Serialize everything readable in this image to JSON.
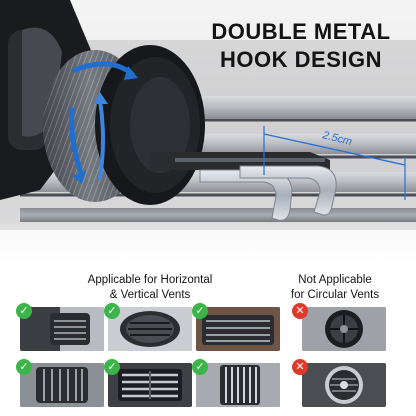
{
  "headline": [
    "DOUBLE METAL",
    "HOOK DESIGN"
  ],
  "measurement": "2.5cm",
  "applicable": {
    "caption": [
      "Applicable for Horizontal",
      "& Vertical Vents"
    ],
    "tiles": [
      {
        "name": "vent-horizontal-left",
        "status": "ok"
      },
      {
        "name": "vent-round-grille",
        "status": "ok"
      },
      {
        "name": "vent-horizontal-slats",
        "status": "ok"
      },
      {
        "name": "vent-vertical-slats",
        "status": "ok"
      },
      {
        "name": "vent-dashboard-horizontal",
        "status": "ok"
      },
      {
        "name": "vent-door-vertical",
        "status": "ok"
      }
    ]
  },
  "not_applicable": {
    "caption": [
      "Not Applicable",
      "for Circular Vents"
    ],
    "tiles": [
      {
        "name": "vent-circular-black",
        "status": "no"
      },
      {
        "name": "vent-circular-chrome",
        "status": "no"
      }
    ]
  },
  "colors": {
    "ok_badge": "#3cb44a",
    "no_badge": "#e0392b",
    "arrow_blue": "#1e6fd0",
    "measure_blue": "#2a6fd6"
  },
  "icons": {
    "ok": "check-icon",
    "no": "cross-icon"
  }
}
